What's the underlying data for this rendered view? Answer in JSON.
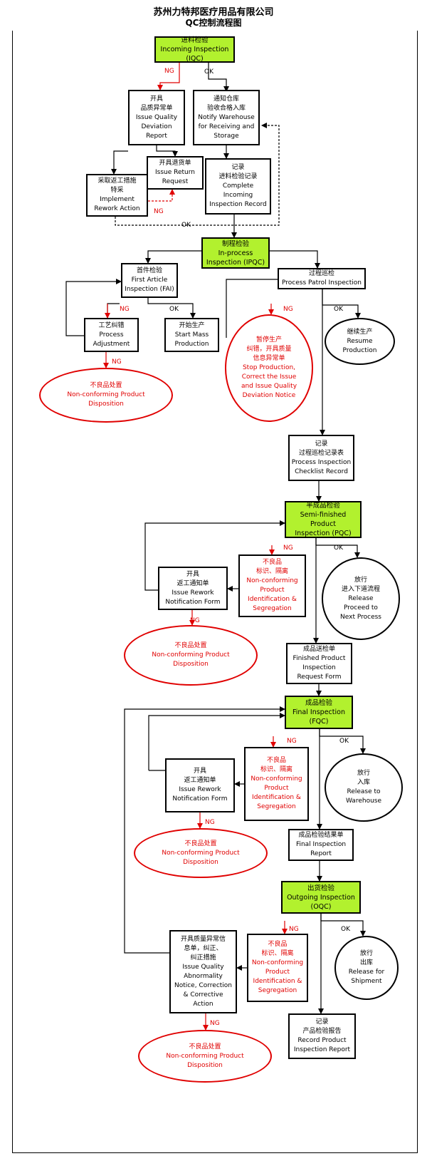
{
  "title": {
    "company": "苏州力特邦医疗用品有限公司",
    "subtitle": "QC控制流程图"
  },
  "nodes": {
    "iqc": [
      "进料检验",
      "Incoming Inspection (IQC)"
    ],
    "deviation": [
      "开具",
      "品质异常单",
      "Issue Quality",
      "Deviation",
      "Report"
    ],
    "notify": [
      "通知仓库",
      "验收合格入库",
      "Notify Warehouse",
      "for Receiving and",
      "Storage"
    ],
    "return_req": [
      "开具退货单",
      "Issue Return",
      "Request"
    ],
    "rework_action": [
      "采取返工措施",
      "特采",
      "Implement",
      "Rework Action"
    ],
    "iqc_record": [
      "记录",
      "进料检验记录",
      "Complete",
      "Incoming",
      "Inspection Record"
    ],
    "ipqc": [
      "制程检验",
      "In-process",
      "Inspection (IPQC)"
    ],
    "fai": [
      "首件检验",
      "First Article",
      "Inspection (FAI)"
    ],
    "patrol": [
      "过程巡检",
      "Process Patrol Inspection"
    ],
    "adjust": [
      "工艺纠错",
      "Process",
      "Adjustment"
    ],
    "mass": [
      "开始生产",
      "Start Mass",
      "Production"
    ],
    "stop": [
      "暂停生产",
      "纠错，开具质量",
      "信息异常单",
      "Stop Production,",
      "Correct the Issue",
      "and Issue Quality",
      "Deviation Notice"
    ],
    "resume": [
      "继续生产",
      "Resume",
      "Production"
    ],
    "disp1": [
      "不良品处置",
      "Non-conforming Product",
      "Disposition"
    ],
    "patrol_record": [
      "记录",
      "过程巡检记录表",
      "Process Inspection",
      "Checklist Record"
    ],
    "pqc": [
      "半成品检验",
      "Semi-finished Product",
      "Inspection (PQC)"
    ],
    "pqc_ncp": [
      "不良品",
      "标识、隔离",
      "Non-conforming",
      "Product",
      "Identification &",
      "Segregation"
    ],
    "pqc_rework": [
      "开具",
      "返工通知单",
      "Issue Rework",
      "Notification Form"
    ],
    "pqc_release": [
      "放行",
      "进入下道流程",
      "Release",
      "Proceed to",
      "Next Process"
    ],
    "disp2": [
      "不良品处置",
      "Non-conforming Product",
      "Disposition"
    ],
    "fp_request": [
      "成品送检单",
      "Finished Product",
      "Inspection",
      "Request Form"
    ],
    "fqc": [
      "成品检验",
      "Final Inspection",
      "(FQC)"
    ],
    "fqc_ncp": [
      "不良品",
      "标识、隔离",
      "Non-conforming",
      "Product",
      "Identification &",
      "Segregation"
    ],
    "fqc_rework": [
      "开具",
      "返工通知单",
      "Issue Rework",
      "Notification Form"
    ],
    "fqc_release": [
      "放行",
      "入库",
      "Release to",
      "Warehouse"
    ],
    "disp3": [
      "不良品处置",
      "Non-conforming Product",
      "Disposition"
    ],
    "final_report": [
      "成品检验结果单",
      "Final Inspection",
      "Report"
    ],
    "oqc": [
      "出货检验",
      "Outgoing Inspection",
      "(OQC)"
    ],
    "oqc_notice": [
      "开具质量异常信",
      "息单，纠正、",
      "纠正措施",
      "Issue Quality",
      "Abnormality",
      "Notice, Correction",
      "& Corrective",
      "Action"
    ],
    "oqc_ncp": [
      "不良品",
      "标识、隔离",
      "Non-conforming",
      "Product",
      "Identification &",
      "Segregation"
    ],
    "oqc_release": [
      "放行",
      "出库",
      "Release for",
      "Shipment"
    ],
    "oqc_record": [
      "记录",
      "产品检验报告",
      "Record Product",
      "Inspection Report"
    ],
    "disp4": [
      "不良品处置",
      "Non-conforming Product",
      "Disposition"
    ]
  },
  "labels": {
    "ng": "NG",
    "ok": "OK"
  },
  "colors": {
    "inspection_fill": "#b2f12e",
    "ng": "#e00000",
    "line": "#000000"
  }
}
